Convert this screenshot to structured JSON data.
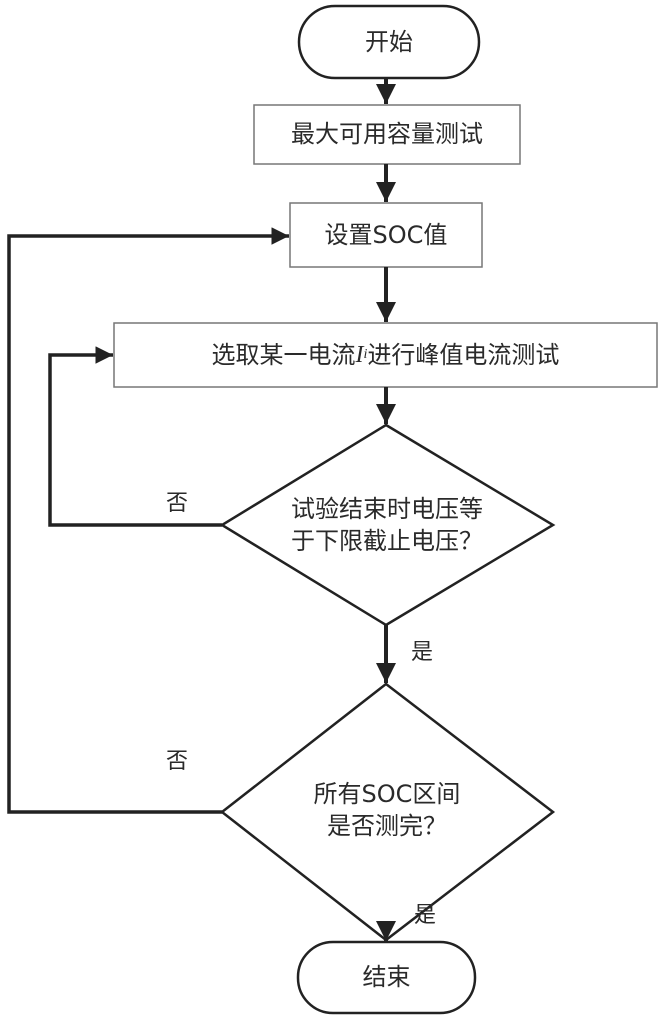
{
  "diagram": {
    "type": "flowchart",
    "nodes": {
      "start": {
        "shape": "terminal",
        "label": "开始"
      },
      "capacity_test": {
        "shape": "process",
        "label": "最大可用容量测试"
      },
      "set_soc": {
        "shape": "process",
        "label": "设置SOC值"
      },
      "peak_current_test": {
        "shape": "process",
        "label_before": "选取某一电流",
        "var": "I",
        "var_sub": "i",
        "label_after": "进行峰值电流测试"
      },
      "voltage_check": {
        "shape": "decision",
        "line1": "试验结束时电压等",
        "line2": "于下限截止电压？"
      },
      "soc_check": {
        "shape": "decision",
        "line1": "所有SOC区间",
        "line2": "是否测完？"
      },
      "end": {
        "shape": "terminal",
        "label": "结束"
      }
    },
    "edges": [
      {
        "from": "start",
        "to": "capacity_test"
      },
      {
        "from": "capacity_test",
        "to": "set_soc"
      },
      {
        "from": "set_soc",
        "to": "peak_current_test"
      },
      {
        "from": "peak_current_test",
        "to": "voltage_check"
      },
      {
        "from": "voltage_check",
        "to": "soc_check",
        "label": "是"
      },
      {
        "from": "voltage_check",
        "to": "peak_current_test",
        "label": "否"
      },
      {
        "from": "soc_check",
        "to": "end",
        "label": "是"
      },
      {
        "from": "soc_check",
        "to": "set_soc",
        "label": "否"
      }
    ],
    "edge_labels": {
      "yes1": "是",
      "no1": "否",
      "yes2": "是",
      "no2": "否"
    },
    "colors": {
      "line": "#222222",
      "box_border": "#777777",
      "background": "#ffffff"
    }
  }
}
